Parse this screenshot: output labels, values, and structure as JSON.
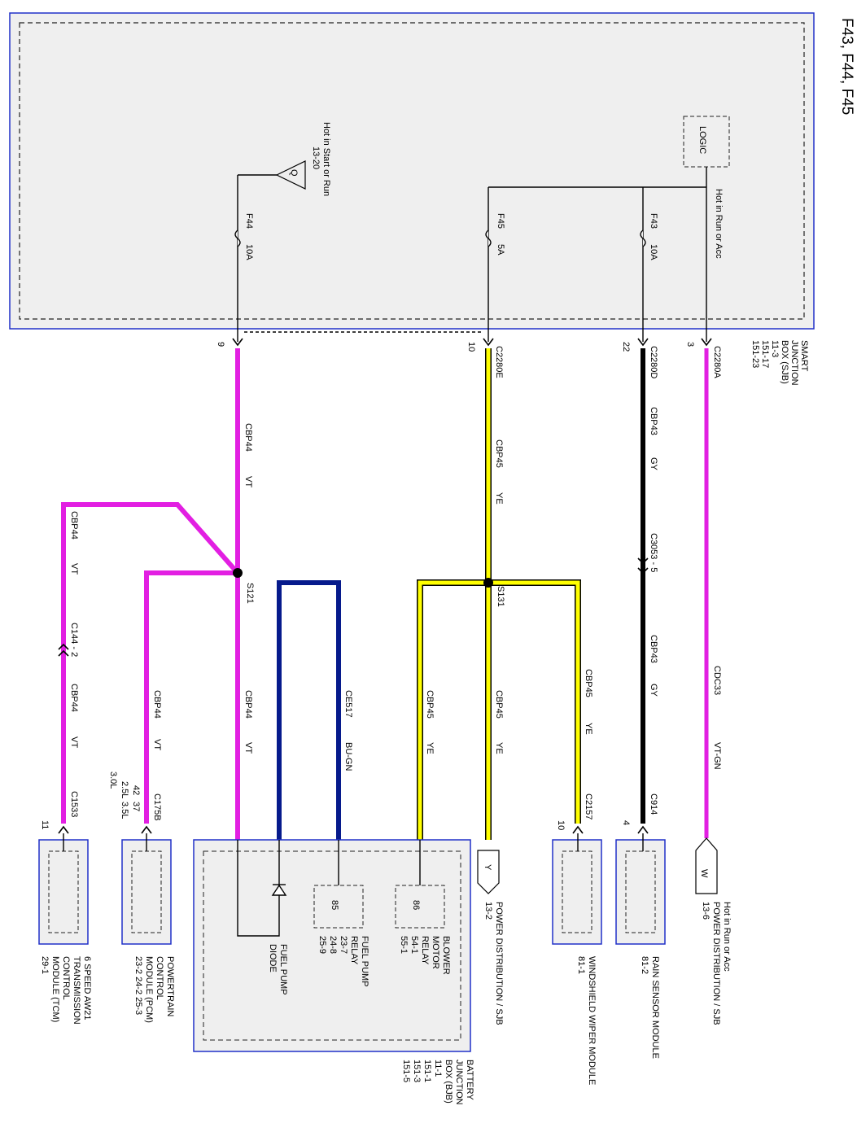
{
  "title": "F43, F44, F45",
  "sjb": {
    "name": [
      "SMART",
      "JUNCTION",
      "BOX (SJB)"
    ],
    "refs": [
      "11-3",
      "151-17",
      "151-23"
    ],
    "logic": "LOGIC",
    "hot_run_acc": "Hot in Run or Acc",
    "hot_start_run": "Hot in Start or Run",
    "hot_start_run_ref": "13-20",
    "q_label": "Q"
  },
  "fuses": {
    "f43": {
      "name": "F43",
      "rating": "10A"
    },
    "f44": {
      "name": "F44",
      "rating": "10A"
    },
    "f45": {
      "name": "F45",
      "rating": "5A"
    }
  },
  "connectors": {
    "c2280a": "C2280A",
    "c2280a_pin": "3",
    "c2280d": "C2280D",
    "c2280d_pin": "22",
    "c2280e": "C2280E",
    "c2280e_pin": "10",
    "c2280_f44_pin": "9",
    "c3053": "C3053 - 5",
    "c914": "C914",
    "c914_pin": "4",
    "c2157": "C2157",
    "c2157_pin": "10",
    "c175b": "C175B",
    "c175b_pins": [
      "42",
      "37"
    ],
    "c175b_engines": [
      "2.5L",
      "3.5L"
    ],
    "c175b_engine3": "3.0L",
    "c144": "C144 - 2",
    "c1533": "C1533",
    "c1533_pin": "11"
  },
  "splices": {
    "s121": "S121",
    "s131": "S131"
  },
  "wires": {
    "cdc33": {
      "circuit": "CDC33",
      "color": "VT-GN"
    },
    "cbp43_a": {
      "circuit": "CBP43",
      "color": "GY"
    },
    "cbp43_b": {
      "circuit": "CBP43",
      "color": "GY"
    },
    "cbp45_a": {
      "circuit": "CBP45",
      "color": "YE"
    },
    "cbp45_b": {
      "circuit": "CBP45",
      "color": "YE"
    },
    "cbp45_c": {
      "circuit": "CBP45",
      "color": "YE"
    },
    "cbp45_d": {
      "circuit": "CBP45",
      "color": "YE"
    },
    "ce517": {
      "circuit": "CE517",
      "color": "BU-GN"
    },
    "cbp44_a": {
      "circuit": "CBP44",
      "color": "VT"
    },
    "cbp44_b": {
      "circuit": "CBP44",
      "color": "VT"
    },
    "cbp44_c": {
      "circuit": "CBP44",
      "color": "VT"
    },
    "cbp44_d": {
      "circuit": "CBP44",
      "color": "VT"
    },
    "cbp44_e": {
      "circuit": "CBP44",
      "color": "VT"
    }
  },
  "components": {
    "w_symbol": "W",
    "w_desc": [
      "Hot in Run or Acc",
      "POWER DISTRIBUTION / SJB",
      "13-6"
    ],
    "rain_sensor": [
      "RAIN SENSOR MODULE",
      "81-2"
    ],
    "wiper": [
      "WINDSHIELD WIPER MODULE",
      "81-1"
    ],
    "y_symbol": "Y",
    "y_desc": [
      "POWER DISTRIBUTION / SJB",
      "13-2"
    ],
    "bjb": [
      "BATTERY",
      "JUNCTION",
      "BOX (BJB)",
      "11-1",
      "151-1",
      "151-3",
      "151-5"
    ],
    "blower_pin": "86",
    "blower": [
      "BLOWER",
      "MOTOR",
      "RELAY",
      "54-1",
      "55-1"
    ],
    "fuel_pump_pin": "85",
    "fuel_pump": [
      "FUEL PUMP",
      "RELAY",
      "23-7",
      "24-8",
      "25-9"
    ],
    "diode": [
      "FUEL PUMP",
      "DIODE"
    ],
    "pcm": [
      "POWERTRAIN",
      "CONTROL",
      "MODULE (PCM)",
      "23-2   24-2   25-3"
    ],
    "tcm": [
      "6 SPEED AW21",
      "TRANSMISSION",
      "CONTROL",
      "MODULE (TCM)",
      "29-1"
    ]
  },
  "colors": {
    "violet": "#e21fe2",
    "yellow": "#ffff00",
    "gray_black": "#000000",
    "blue_green": "#061a8c",
    "box_border": "#2030c8",
    "box_fill": "#efefef"
  }
}
